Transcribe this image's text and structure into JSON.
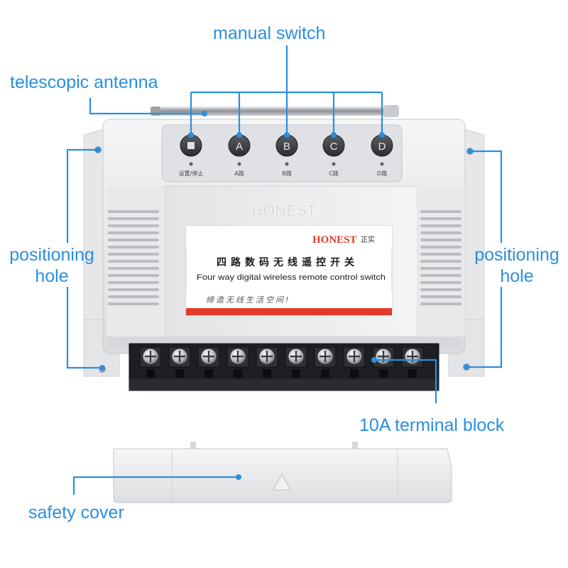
{
  "labels": {
    "manual_switch": "manual switch",
    "telescopic_antenna": "telescopic antenna",
    "positioning_left_1": "positioning",
    "positioning_left_2": "hole",
    "positioning_right_1": "positioning",
    "positioning_right_2": "hole",
    "terminal_block": "10A terminal block",
    "safety_cover": "safety cover"
  },
  "buttons": [
    {
      "glyph": "■",
      "caption": "设置/停止"
    },
    {
      "glyph": "A",
      "caption": "A路"
    },
    {
      "glyph": "B",
      "caption": "B路"
    },
    {
      "glyph": "C",
      "caption": "C路"
    },
    {
      "glyph": "D",
      "caption": "D路"
    }
  ],
  "device": {
    "embossed_brand": "HONEST",
    "brand": "HONEST",
    "brand_cn": "正实",
    "title_cn": "四路数码无线遥控开关",
    "title_en": "Four way digital wireless remote control switch",
    "slogan": "缔造无线生活空间!"
  },
  "colors": {
    "accent": "#2a8fe0",
    "brand_red": "#e23b2a",
    "housing": "#e9eaec",
    "button": "#3c3f44"
  },
  "terminal_count": 10
}
